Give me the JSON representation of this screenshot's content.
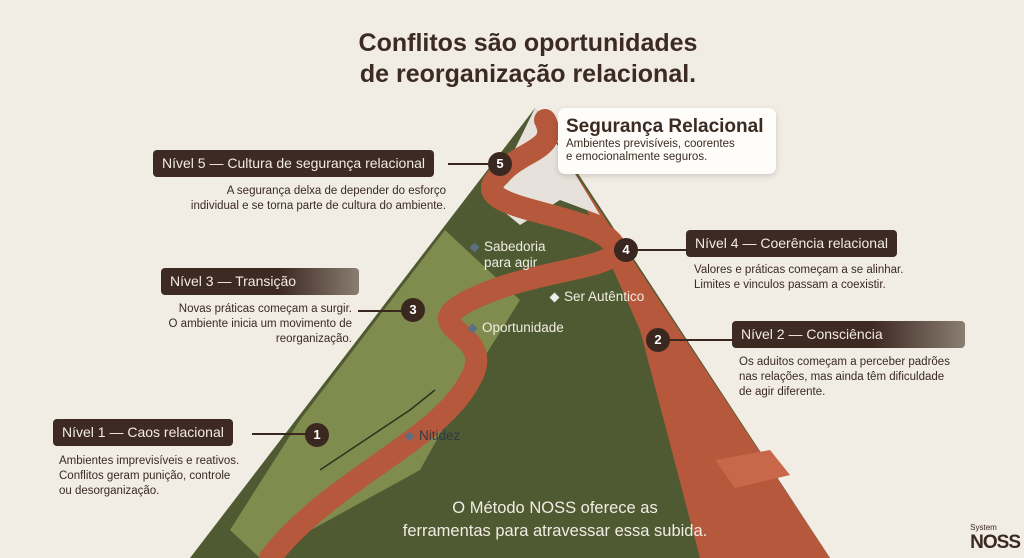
{
  "title_line1": "Conflitos são oportunidades",
  "title_line2": "de reorganização relacional.",
  "summit": {
    "title": "Segurança Relacional",
    "line1": "Ambientes previsíveis, coorentes",
    "line2": "e emocionalmente seguros."
  },
  "levels": [
    {
      "num": "1",
      "label": "Nível 1 — Caos relacional",
      "desc": [
        "Ambientes imprevisíveis e reativos.",
        "Conflitos geram punição, controle",
        "ou desorganização."
      ]
    },
    {
      "num": "2",
      "label": "Nível 2 — Consciência",
      "desc": [
        "Os aduitos começam a perceber padrões",
        "nas relações, mas ainda têm dificuldade",
        "de agir diferente."
      ]
    },
    {
      "num": "3",
      "label": "Nível 3 — Transição",
      "desc": [
        "Novas práticas começam a surgir.",
        "O ambiente inicia um movimento de",
        "reorganização."
      ]
    },
    {
      "num": "4",
      "label": "Nível 4 — Coerência relacional",
      "desc": [
        "Valores e práticas começam a se alinhar.",
        "Limites e vinculos passam a coexistir."
      ]
    },
    {
      "num": "5",
      "label": "Nível 5 — Cultura de segurança relacional",
      "desc": [
        "A segurança delxa de depender do esforço",
        "individual e se torna parte de cultura do ambiente."
      ]
    }
  ],
  "milestones": [
    "Sabedoria",
    "para agir",
    "Ser Autêntico",
    "Oportunidade",
    "Nitidez"
  ],
  "footer": [
    "O Método NOSS oferece as",
    "ferramentas para atravessar essa subida."
  ],
  "logo": {
    "small": "System",
    "big": "NOSS"
  },
  "colors": {
    "background": "#f1ece4",
    "label": "#3d2a22",
    "path": "#b5583b",
    "dark_green": "#4f5a32",
    "light_green": "#7f8c4e"
  }
}
